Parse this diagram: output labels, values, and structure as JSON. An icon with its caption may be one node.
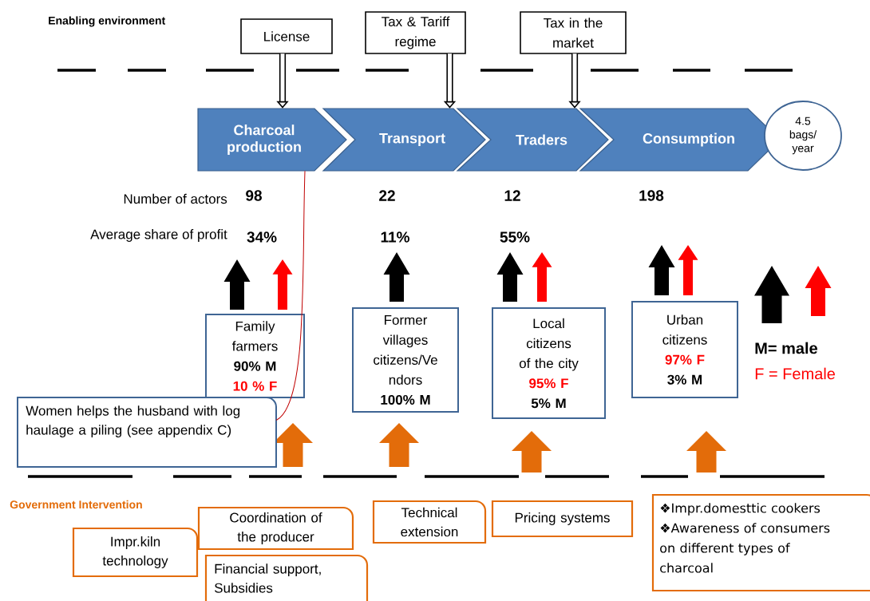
{
  "diagram": {
    "nodes": [
      {
        "text": [
          "License"
        ]
      },
      {
        "text": [
          "Tax & Tariff regime"
        ]
      },
      {
        "text": [
          "Tax in the market"
        ]
      },
      {
        "text": [
          "Charcoal production"
        ]
      },
      {
        "text": [
          "Transport"
        ]
      },
      {
        "text": [
          "Traders"
        ]
      },
      {
        "text": [
          "Consumption"
        ]
      },
      {
        "text": [
          "4.5 bags/ year"
        ]
      },
      {
        "text": [
          "Family farmers",
          "90% M",
          "10 % F"
        ]
      },
      {
        "text": [
          "Former villages citizens/Ve ndors",
          "100% M"
        ]
      },
      {
        "text": [
          "Local citizens of the city",
          "95% F",
          "5% M"
        ]
      },
      {
        "text": [
          "Urban citizens",
          "97% F",
          "3% M"
        ]
      },
      {
        "text": [
          "Women helps the husband with log haulage a piling (see appendix C)"
        ]
      },
      {
        "text": [
          "Impr.kiln technology"
        ]
      },
      {
        "text": [
          "Coordination of the producer"
        ]
      },
      {
        "text": [
          "Financial support, Subsidies"
        ]
      },
      {
        "text": [
          "Technical extension"
        ]
      },
      {
        "text": [
          "Pricing systems"
        ]
      },
      {
        "text": [
          "❖Impr.domesttic cookers",
          "❖Awareness of consumers on different types of charcoal"
        ]
      }
    ],
    "edges": [
      {
        "from": 0,
        "to": 3,
        "arrow": "to"
      },
      {
        "from": 1,
        "to": 4,
        "arrow": "to"
      },
      {
        "from": 2,
        "to": 5,
        "arrow": "to"
      },
      {
        "from": 12,
        "to": 3,
        "arrow": "none",
        "color": "#c00000"
      }
    ],
    "labels": [
      "Enabling environment",
      "Number of actors",
      "98",
      "22",
      "12",
      "198",
      "Average share of profit",
      "34%",
      "11%",
      "55%",
      "Government Intervention"
    ],
    "legend": [
      {
        "text": "M= male"
      },
      {
        "text": "F = Female"
      }
    ]
  }
}
